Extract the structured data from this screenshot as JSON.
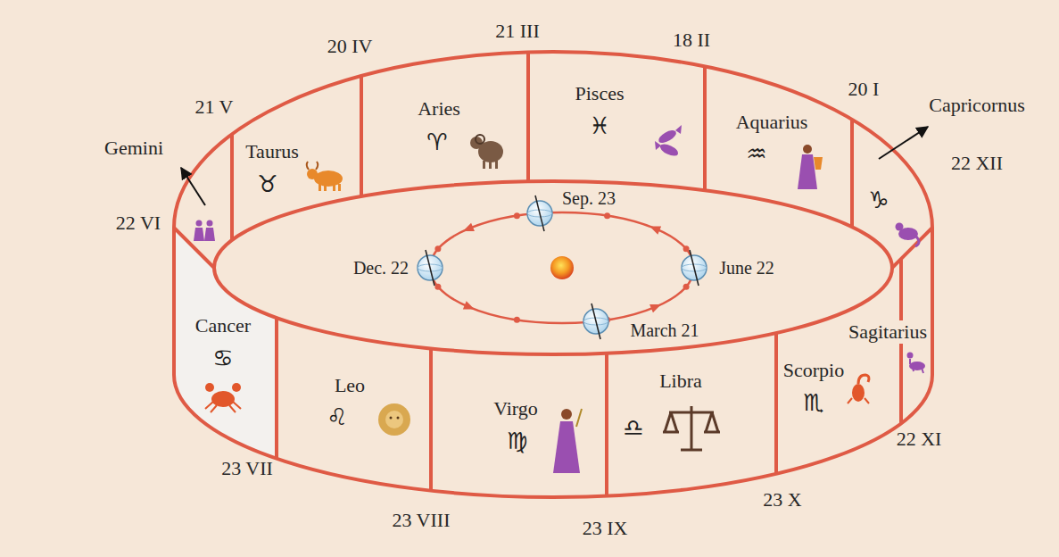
{
  "diagram": {
    "nodes": [
      {
        "text": [
          "Gemini"
        ]
      },
      {
        "text": [
          "Taurus",
          "♉"
        ]
      },
      {
        "text": [
          "Aries",
          "♈"
        ]
      },
      {
        "text": [
          "Pisces",
          "♓"
        ]
      },
      {
        "text": [
          "Aquarius",
          "♒"
        ]
      },
      {
        "text": [
          "Capricornus",
          "♑"
        ]
      },
      {
        "text": [
          "Cancer",
          "♋"
        ]
      },
      {
        "text": [
          "Leo",
          "♌"
        ]
      },
      {
        "text": [
          "Virgo",
          "♍"
        ]
      },
      {
        "text": [
          "Libra",
          "♎"
        ]
      },
      {
        "text": [
          "Scorpio",
          "♏"
        ]
      },
      {
        "text": [
          "Sagitarius"
        ]
      }
    ],
    "labels": [
      "21 V",
      "20 IV",
      "21 III",
      "18 II",
      "20 I",
      "22 XII",
      "22 VI",
      "23 VII",
      "23 VIII",
      "23 IX",
      "23 X",
      "22 XI",
      "Sep. 23",
      "Dec. 22",
      "June 22",
      "March 21"
    ]
  }
}
